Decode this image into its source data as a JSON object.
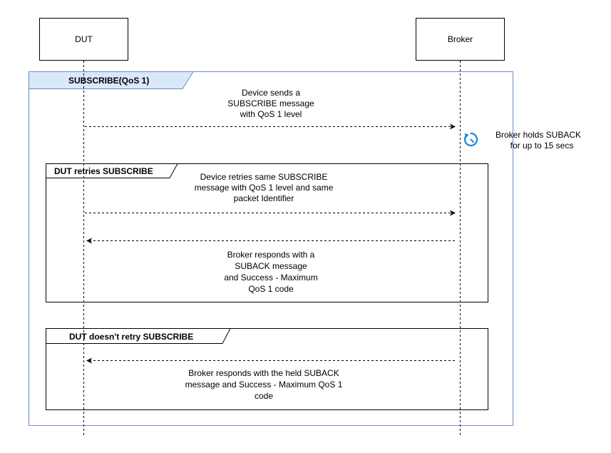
{
  "participants": {
    "dut": "DUT",
    "broker": "Broker"
  },
  "frames": {
    "outer": "SUBSCRIBE(QoS 1)",
    "retry": "DUT retries SUBSCRIBE",
    "no_retry": "DUT doesn't retry SUBSCRIBE"
  },
  "messages": {
    "m1": [
      "Device sends a",
      "SUBSCRIBE message",
      "with QoS 1 level"
    ],
    "m2": [
      "Device retries same SUBSCRIBE",
      "message with QoS 1 level and same",
      "packet Identifier"
    ],
    "m3": [
      "Broker responds with a",
      "SUBACK message",
      "and Success - Maximum",
      "QoS 1  code"
    ],
    "m4": [
      "Broker responds with the held SUBACK",
      "message and Success - Maximum QoS 1",
      "code"
    ]
  },
  "note": {
    "icon": "timer-icon",
    "lines": [
      "Broker holds SUBACK",
      "for up to 15 secs"
    ]
  },
  "colors": {
    "outer_frame_border": "#6c8ebf",
    "outer_frame_label_bg": "#dae8fc",
    "timer_icon": "#1b86d9"
  }
}
